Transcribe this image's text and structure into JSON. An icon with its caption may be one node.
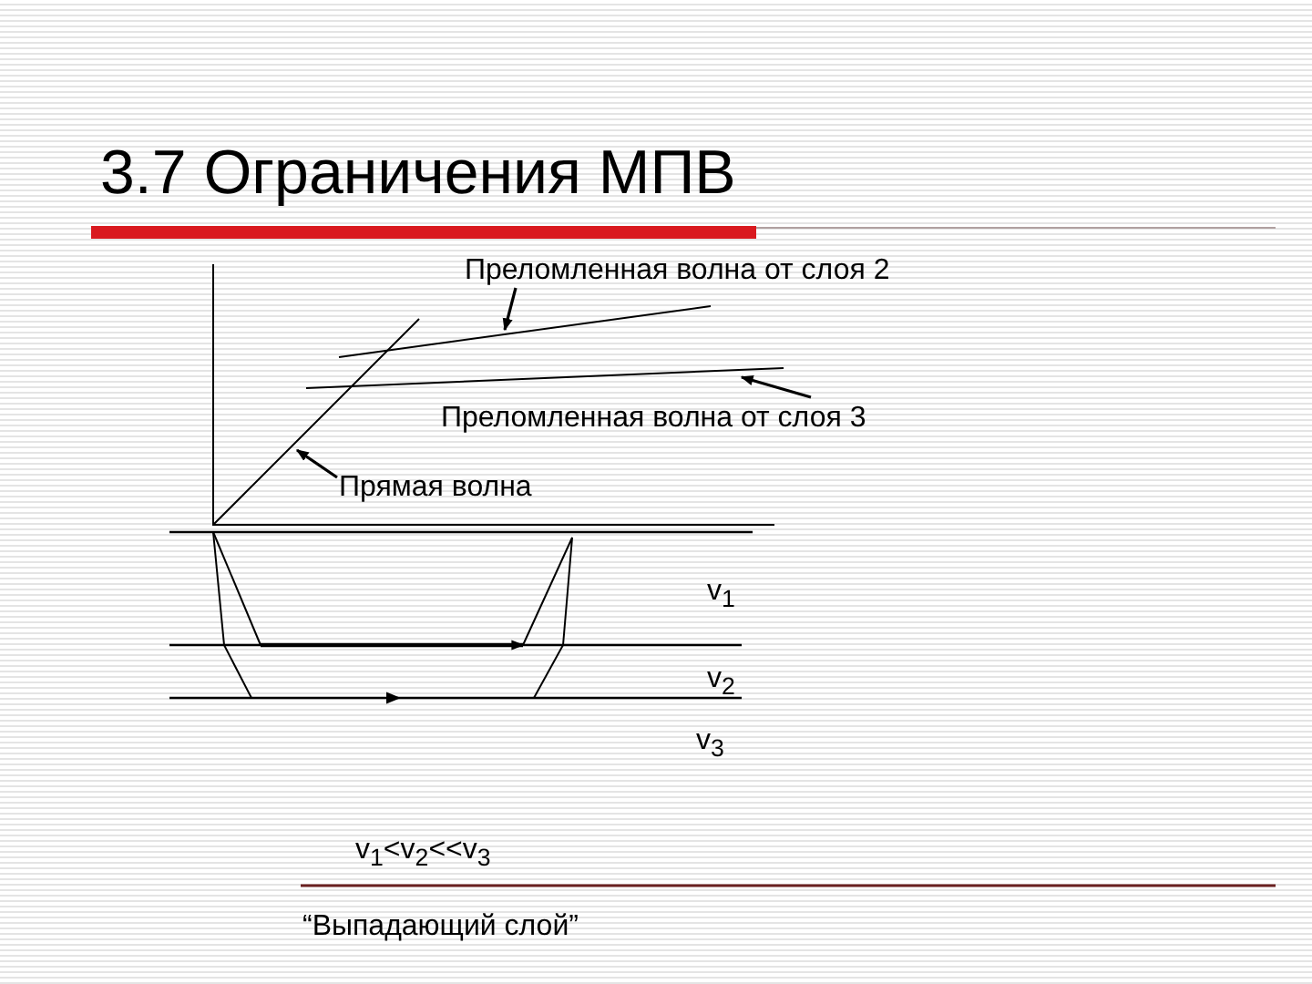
{
  "diagram": {
    "title": "3.7 Ограничения МПВ",
    "nodes": [
      {
        "text": [
          "Преломленная волна от слоя 2"
        ]
      },
      {
        "text": [],
        "shape": "line"
      },
      {
        "text": [
          "Преломленная волна от слоя 3"
        ]
      },
      {
        "text": [],
        "shape": "line"
      },
      {
        "text": [
          "Прямая волна"
        ]
      },
      {
        "text": [],
        "shape": "line"
      }
    ],
    "edges": [
      {
        "from": 0,
        "to": 1,
        "arrow": "to"
      },
      {
        "from": 2,
        "to": 3,
        "arrow": "to"
      },
      {
        "from": 4,
        "to": 5,
        "arrow": "to"
      }
    ],
    "labels": [
      "v$_{1}$",
      "v$_{2}$",
      "v$_{3}$",
      "v$_{1}$<v$_{2}$<<v$_{3}$",
      "“Выпадающий слой”"
    ]
  }
}
